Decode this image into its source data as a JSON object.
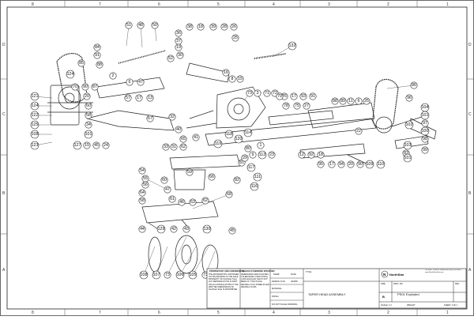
{
  "sheet": {
    "top_col_labels": [
      "8",
      "7",
      "6",
      "5",
      "4",
      "3",
      "2",
      "1"
    ],
    "bottom_col_labels": [
      "8",
      "7",
      "6",
      "5",
      "4",
      "3",
      "2",
      "1"
    ],
    "left_row_labels": [
      "D",
      "C",
      "B",
      "A"
    ],
    "right_row_labels": [
      "D",
      "C",
      "B",
      "A"
    ]
  },
  "title_block": {
    "proprietary_title": "PROPRIETARY AND CONFIDENTIAL",
    "proprietary_text": "THE INFORMATION CONTAINED IN THIS DRAWING IS THE SOLE PROPERTY OF NorthStar Tools. ANY REPRODUCTION IN PART OR AS A WHOLE WITHOUT THE WRITTEN PERMISSION OF NorthStar Tools IS PROHIBITED.",
    "unless_title": "UNLESS OTHERWISE SPECIFIED:",
    "unless_text": "DIMENSIONS ARE IN INCHES TOLERANCES: FRACTIONAL ±1/64 ANGULAR: MACH ±0.5° BEND ±1° TWO PLACE DECIMAL ±0.01 THREE PLACE DECIMAL ±0.005",
    "material_label": "MATERIAL",
    "finish_label": "FINISH",
    "do_not_scale": "DO NOT SCALE DRAWING",
    "name_header": "NAME",
    "date_header": "DATE",
    "drawn_label": "DRAWN",
    "drawn_name": "D.M.I.",
    "drawn_date": "3/18/08",
    "title_label": "TITLE:",
    "title": "TAPER HEAD ASSEMBLY",
    "logo_text": "NorthStar",
    "contact": "Toll Free: 1-866-573-8688  Fax: (604) 541-8855  www.NorthStarTool.com",
    "size_label": "SIZE",
    "size": "B",
    "dwg_label": "DWG.  NO.",
    "dwg_no": "PS01 Exploded",
    "rev_label": "REV",
    "scale": "SCALE: 1:3",
    "weight": "WEIGHT:",
    "sheet": "SHEET 1 OF 1"
  },
  "balloons": [
    {
      "n": "51"
    },
    {
      "n": "48"
    },
    {
      "n": "50"
    },
    {
      "n": "36"
    },
    {
      "n": "37"
    },
    {
      "n": "19"
    },
    {
      "n": "38"
    },
    {
      "n": "18"
    },
    {
      "n": "39"
    },
    {
      "n": "28"
    },
    {
      "n": "26"
    },
    {
      "n": "25"
    },
    {
      "n": "52"
    },
    {
      "n": "30"
    },
    {
      "n": "132"
    },
    {
      "n": "84"
    },
    {
      "n": "91"
    },
    {
      "n": "88"
    },
    {
      "n": "85"
    },
    {
      "n": "124"
    },
    {
      "n": "2"
    },
    {
      "n": "70"
    },
    {
      "n": "90"
    },
    {
      "n": "87"
    },
    {
      "n": "121"
    },
    {
      "n": "124"
    },
    {
      "n": "122"
    },
    {
      "n": "125"
    },
    {
      "n": "108"
    },
    {
      "n": "123"
    },
    {
      "n": "6"
    },
    {
      "n": "47"
    },
    {
      "n": "20"
    },
    {
      "n": "60"
    },
    {
      "n": "58"
    },
    {
      "n": "34"
    },
    {
      "n": "101"
    },
    {
      "n": "127"
    },
    {
      "n": "15"
    },
    {
      "n": "45"
    },
    {
      "n": "24"
    },
    {
      "n": "57"
    },
    {
      "n": "17"
    },
    {
      "n": "13"
    },
    {
      "n": "32"
    },
    {
      "n": "40"
    },
    {
      "n": "67"
    },
    {
      "n": "65"
    },
    {
      "n": "41"
    },
    {
      "n": "16"
    },
    {
      "n": "8"
    },
    {
      "n": "15"
    },
    {
      "n": "33"
    },
    {
      "n": "31"
    },
    {
      "n": "62"
    },
    {
      "n": "119"
    },
    {
      "n": "118"
    },
    {
      "n": "114"
    },
    {
      "n": "120"
    },
    {
      "n": "73"
    },
    {
      "n": "3"
    },
    {
      "n": "71"
    },
    {
      "n": "72"
    },
    {
      "n": "76"
    },
    {
      "n": "17"
    },
    {
      "n": "93"
    },
    {
      "n": "91"
    },
    {
      "n": "88"
    },
    {
      "n": "89"
    },
    {
      "n": "11"
    },
    {
      "n": "6"
    },
    {
      "n": "25"
    },
    {
      "n": "86"
    },
    {
      "n": "96"
    },
    {
      "n": "104"
    },
    {
      "n": "101"
    },
    {
      "n": "97"
    },
    {
      "n": "100"
    },
    {
      "n": "98"
    },
    {
      "n": "99"
    },
    {
      "n": "103"
    },
    {
      "n": "83"
    },
    {
      "n": "102"
    },
    {
      "n": "101"
    },
    {
      "n": "22"
    },
    {
      "n": "54"
    },
    {
      "n": "55"
    },
    {
      "n": "56"
    },
    {
      "n": "64"
    },
    {
      "n": "58"
    },
    {
      "n": "59"
    },
    {
      "n": "60"
    },
    {
      "n": "47"
    },
    {
      "n": "61"
    },
    {
      "n": "46"
    },
    {
      "n": "63"
    },
    {
      "n": "62"
    },
    {
      "n": "66"
    },
    {
      "n": "68"
    },
    {
      "n": "44"
    },
    {
      "n": "129"
    },
    {
      "n": "42"
    },
    {
      "n": "43"
    },
    {
      "n": "130"
    },
    {
      "n": "45"
    },
    {
      "n": "108"
    },
    {
      "n": "107"
    },
    {
      "n": "73"
    },
    {
      "n": "106"
    },
    {
      "n": "105"
    },
    {
      "n": "73"
    },
    {
      "n": "95"
    },
    {
      "n": "17"
    },
    {
      "n": "94"
    },
    {
      "n": "20"
    },
    {
      "n": "90"
    },
    {
      "n": "109"
    },
    {
      "n": "110"
    },
    {
      "n": "116"
    },
    {
      "n": "111"
    },
    {
      "n": "113"
    },
    {
      "n": "23"
    },
    {
      "n": "12"
    },
    {
      "n": "92"
    },
    {
      "n": "18"
    },
    {
      "n": "117"
    },
    {
      "n": "81"
    },
    {
      "n": "82"
    },
    {
      "n": "29"
    },
    {
      "n": "9"
    },
    {
      "n": "80"
    },
    {
      "n": "1"
    },
    {
      "n": "79"
    },
    {
      "n": "75"
    },
    {
      "n": "27"
    },
    {
      "n": "78"
    }
  ]
}
